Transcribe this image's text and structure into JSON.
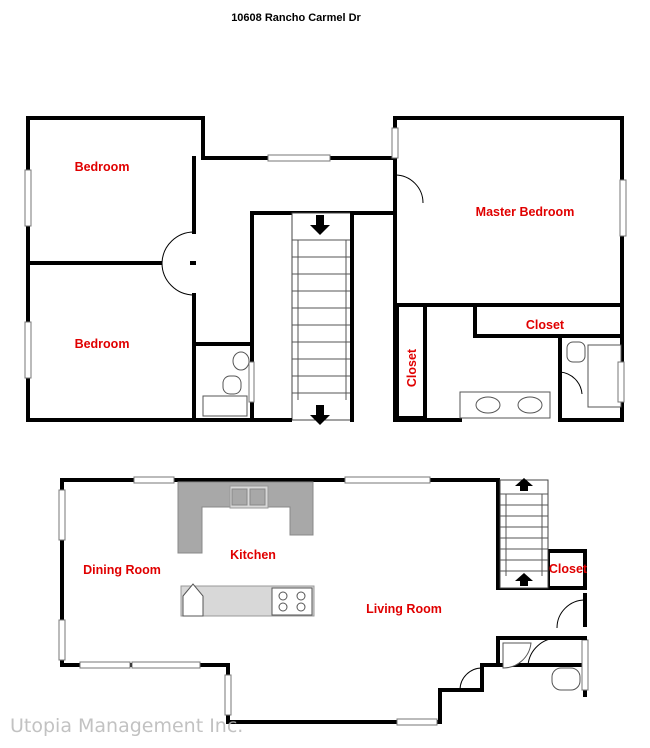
{
  "title": "10608 Rancho Carmel Dr",
  "rooms": {
    "bedroom_1": "Bedroom",
    "bedroom_2": "Bedroom",
    "master_bedroom": "Master Bedroom",
    "master_closet": "Closet",
    "upper_closet": "Closet",
    "dining_room": "Dining Room",
    "kitchen": "Kitchen",
    "living_room": "Living Room",
    "lower_closet": "Closet"
  },
  "watermark": "Utopia Management Inc.",
  "colors": {
    "room_label": "#e00000",
    "wall": "#000000",
    "counter": "#a8a8a8"
  }
}
